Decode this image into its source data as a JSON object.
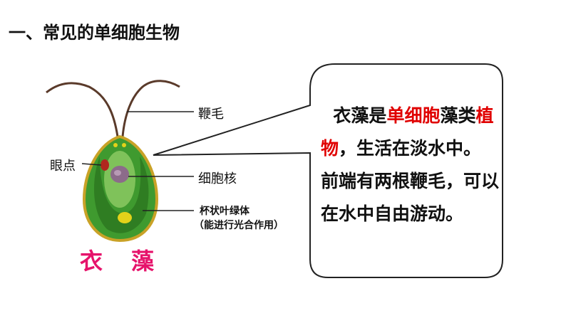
{
  "title": "一、常见的单细胞生物",
  "labels": {
    "flagella": "鞭毛",
    "eyespot": "眼点",
    "nucleus": "细胞核",
    "chloroplast": "杯状叶绿体",
    "chloroplast_note": "（能进行光合作用）"
  },
  "caption": {
    "part1": "衣",
    "part2": "藻"
  },
  "bubble": {
    "segments": [
      {
        "text": "衣藻是",
        "highlight": false
      },
      {
        "text": "单细胞",
        "highlight": true
      },
      {
        "text": "藻类",
        "highlight": false
      },
      {
        "text": "植物",
        "highlight": true
      },
      {
        "text": "，生活在淡水中。前端有两根鞭毛，可以在水中自由游动。",
        "highlight": false
      }
    ]
  },
  "colors": {
    "highlight": "#e00000",
    "caption": "#e6136b",
    "cell_green": "#3f9a2f",
    "cell_outline": "#c9a227"
  }
}
